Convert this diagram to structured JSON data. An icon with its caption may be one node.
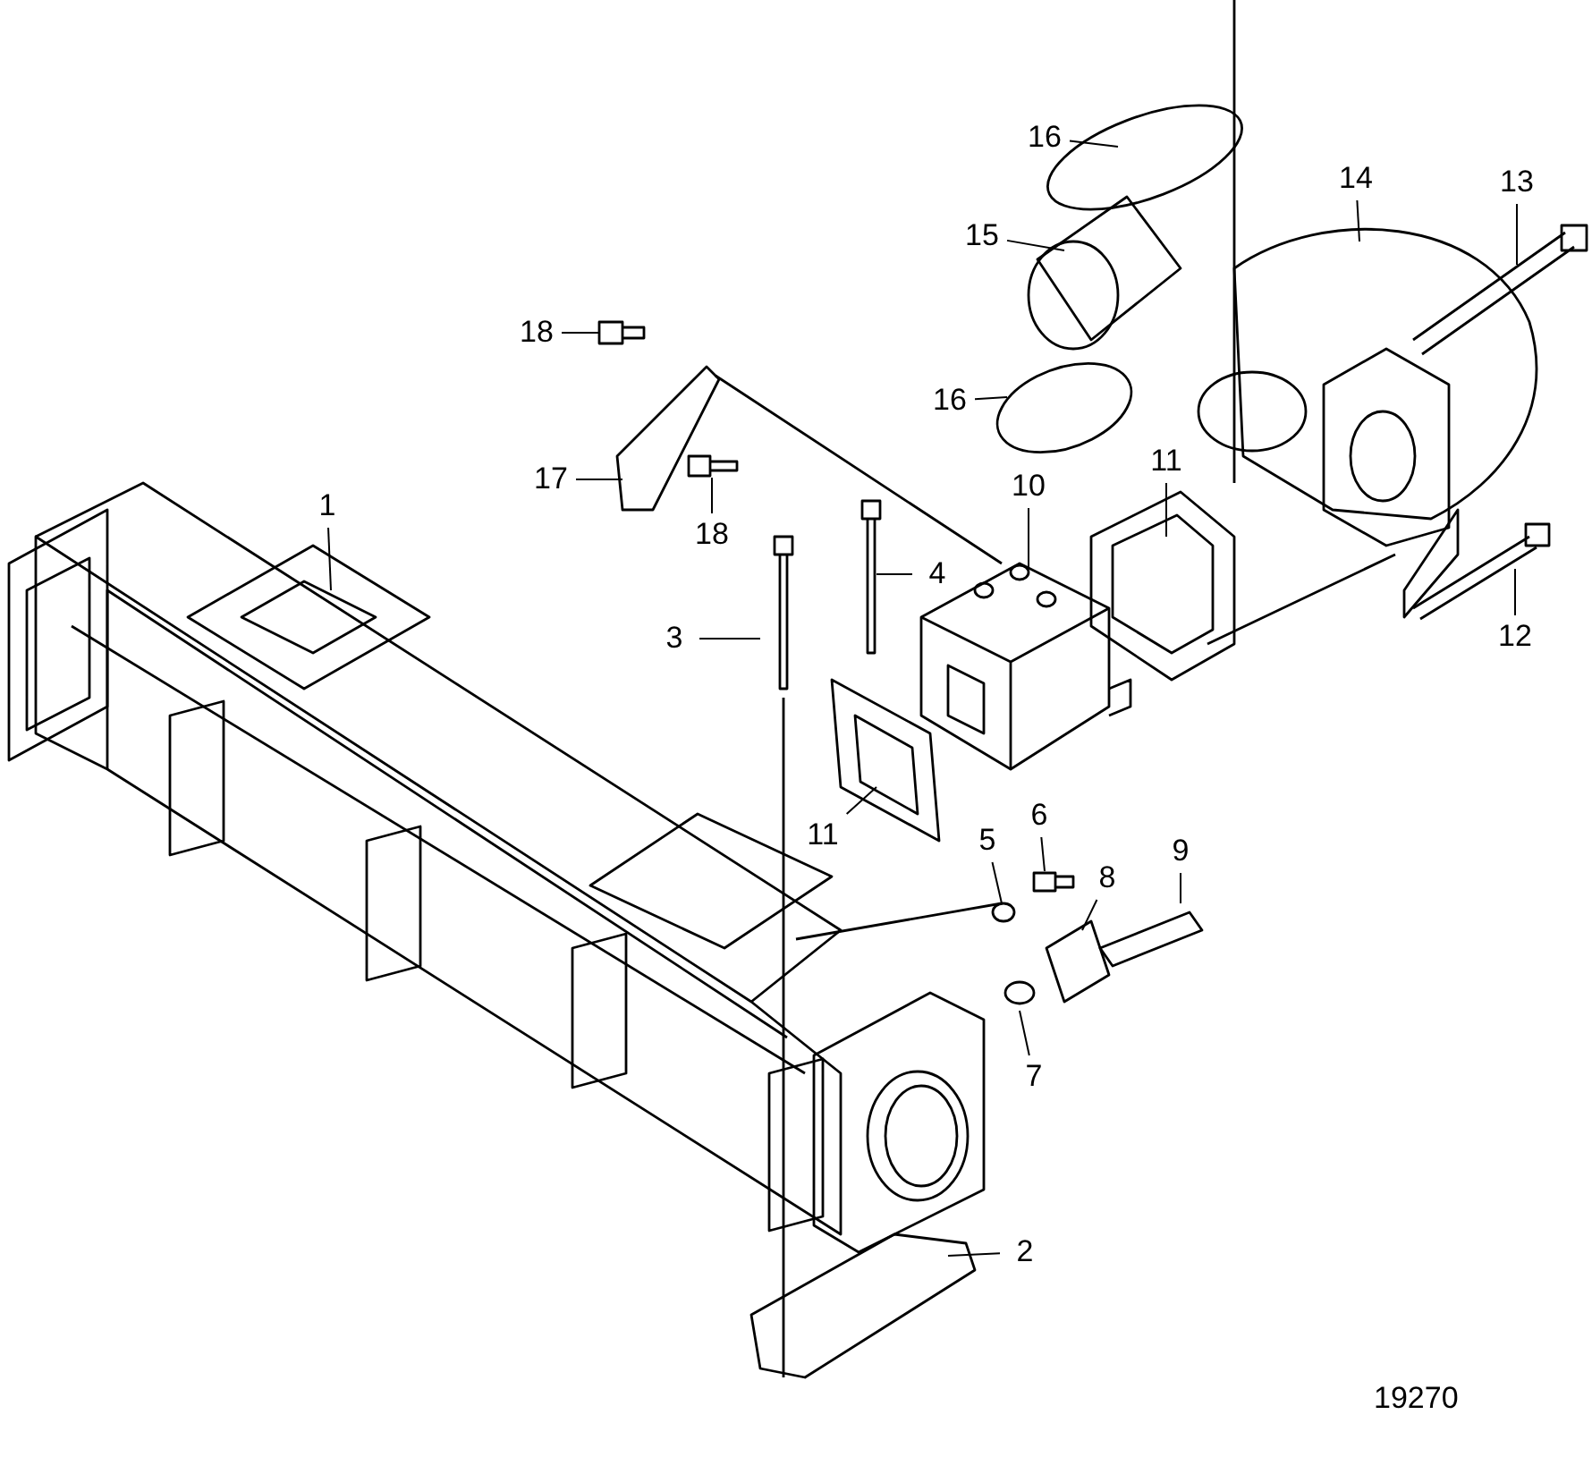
{
  "diagram": {
    "nodes": [
      {
        "text": [
          "1"
        ]
      },
      {
        "text": [
          "2"
        ]
      },
      {
        "text": [
          "3"
        ]
      },
      {
        "text": [
          "4"
        ]
      },
      {
        "text": [
          "5"
        ]
      },
      {
        "text": [
          "6"
        ]
      },
      {
        "text": [
          "7"
        ]
      },
      {
        "text": [
          "8"
        ]
      },
      {
        "text": [
          "9"
        ]
      },
      {
        "text": [
          "10"
        ]
      },
      {
        "text": [
          "11"
        ]
      },
      {
        "text": [
          "11"
        ]
      },
      {
        "text": [
          "12"
        ]
      },
      {
        "text": [
          "13"
        ]
      },
      {
        "text": [
          "14"
        ]
      },
      {
        "text": [
          "15"
        ]
      },
      {
        "text": [
          "16"
        ]
      },
      {
        "text": [
          "16"
        ]
      },
      {
        "text": [
          "17"
        ]
      },
      {
        "text": [
          "18"
        ]
      },
      {
        "text": [
          "18"
        ]
      }
    ],
    "edges": [
      {
        "from": 0,
        "to": null,
        "arrow": "none"
      },
      {
        "from": 1,
        "to": null,
        "arrow": "none"
      },
      {
        "from": 2,
        "to": null,
        "arrow": "none"
      },
      {
        "from": 3,
        "to": null,
        "arrow": "none"
      },
      {
        "from": 4,
        "to": null,
        "arrow": "none"
      },
      {
        "from": 5,
        "to": null,
        "arrow": "none"
      },
      {
        "from": 6,
        "to": null,
        "arrow": "none"
      },
      {
        "from": 7,
        "to": null,
        "arrow": "none"
      },
      {
        "from": 8,
        "to": null,
        "arrow": "none"
      },
      {
        "from": 9,
        "to": null,
        "arrow": "none"
      },
      {
        "from": 10,
        "to": null,
        "arrow": "none"
      },
      {
        "from": 11,
        "to": null,
        "arrow": "none"
      },
      {
        "from": 12,
        "to": null,
        "arrow": "none"
      },
      {
        "from": 13,
        "to": null,
        "arrow": "none"
      },
      {
        "from": 14,
        "to": null,
        "arrow": "none"
      },
      {
        "from": 15,
        "to": null,
        "arrow": "none"
      },
      {
        "from": 16,
        "to": null,
        "arrow": "none"
      },
      {
        "from": 17,
        "to": null,
        "arrow": "none"
      },
      {
        "from": 18,
        "to": null,
        "arrow": "none"
      },
      {
        "from": 19,
        "to": null,
        "arrow": "none"
      },
      {
        "from": 20,
        "to": null,
        "arrow": "none"
      }
    ],
    "labels": [
      "19270"
    ]
  }
}
